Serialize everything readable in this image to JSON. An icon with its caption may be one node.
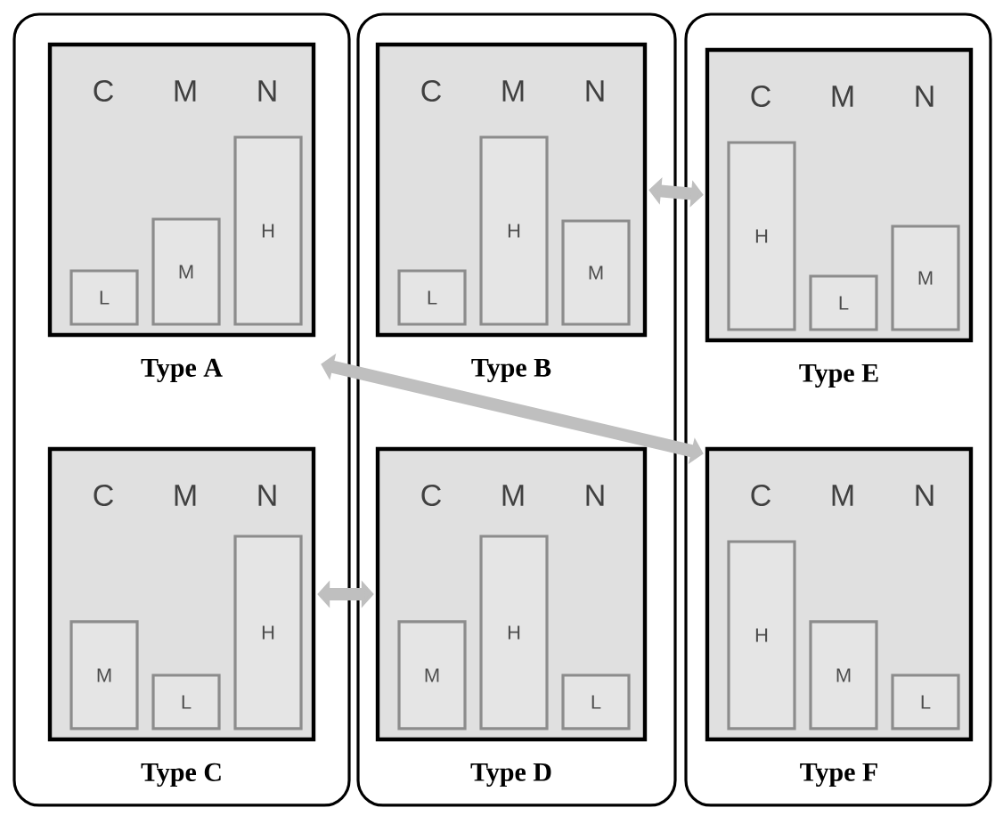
{
  "diagram": {
    "nodes": [
      {
        "text": [],
        "shape": "box"
      },
      {
        "text": [
          "C",
          "M",
          "N",
          "Type A"
        ],
        "in": 0
      },
      {
        "text": [
          "L"
        ],
        "in": 1
      },
      {
        "text": [
          "M"
        ],
        "in": 1
      },
      {
        "text": [
          "H"
        ],
        "in": 1
      },
      {
        "text": [
          "C",
          "M",
          "N",
          "Type C"
        ],
        "in": 0
      },
      {
        "text": [
          "M"
        ],
        "in": 5
      },
      {
        "text": [
          "L"
        ],
        "in": 5
      },
      {
        "text": [
          "H"
        ],
        "in": 5
      },
      {
        "text": [],
        "shape": "box"
      },
      {
        "text": [
          "C",
          "M",
          "N",
          "Type B"
        ],
        "in": 9
      },
      {
        "text": [
          "L"
        ],
        "in": 10
      },
      {
        "text": [
          "H"
        ],
        "in": 10
      },
      {
        "text": [
          "M"
        ],
        "in": 10
      },
      {
        "text": [
          "C",
          "M",
          "N",
          "Type D"
        ],
        "in": 9
      },
      {
        "text": [
          "M"
        ],
        "in": 14
      },
      {
        "text": [
          "H"
        ],
        "in": 14
      },
      {
        "text": [
          "L"
        ],
        "in": 14
      },
      {
        "text": [],
        "shape": "box"
      },
      {
        "text": [
          "C",
          "M",
          "N",
          "Type E"
        ],
        "in": 18
      },
      {
        "text": [
          "H"
        ],
        "in": 19
      },
      {
        "text": [
          "L"
        ],
        "in": 19
      },
      {
        "text": [
          "M"
        ],
        "in": 19
      },
      {
        "text": [
          "C",
          "M",
          "N",
          "Type F"
        ],
        "in": 18
      },
      {
        "text": [
          "H"
        ],
        "in": 23
      },
      {
        "text": [
          "M"
        ],
        "in": 23
      },
      {
        "text": [
          "L"
        ],
        "in": 23
      }
    ],
    "edges": [
      {
        "from": 10,
        "to": 19,
        "arrow": "both"
      },
      {
        "from": 1,
        "to": 23,
        "arrow": "both"
      },
      {
        "from": 5,
        "to": 14,
        "arrow": "both"
      }
    ]
  }
}
